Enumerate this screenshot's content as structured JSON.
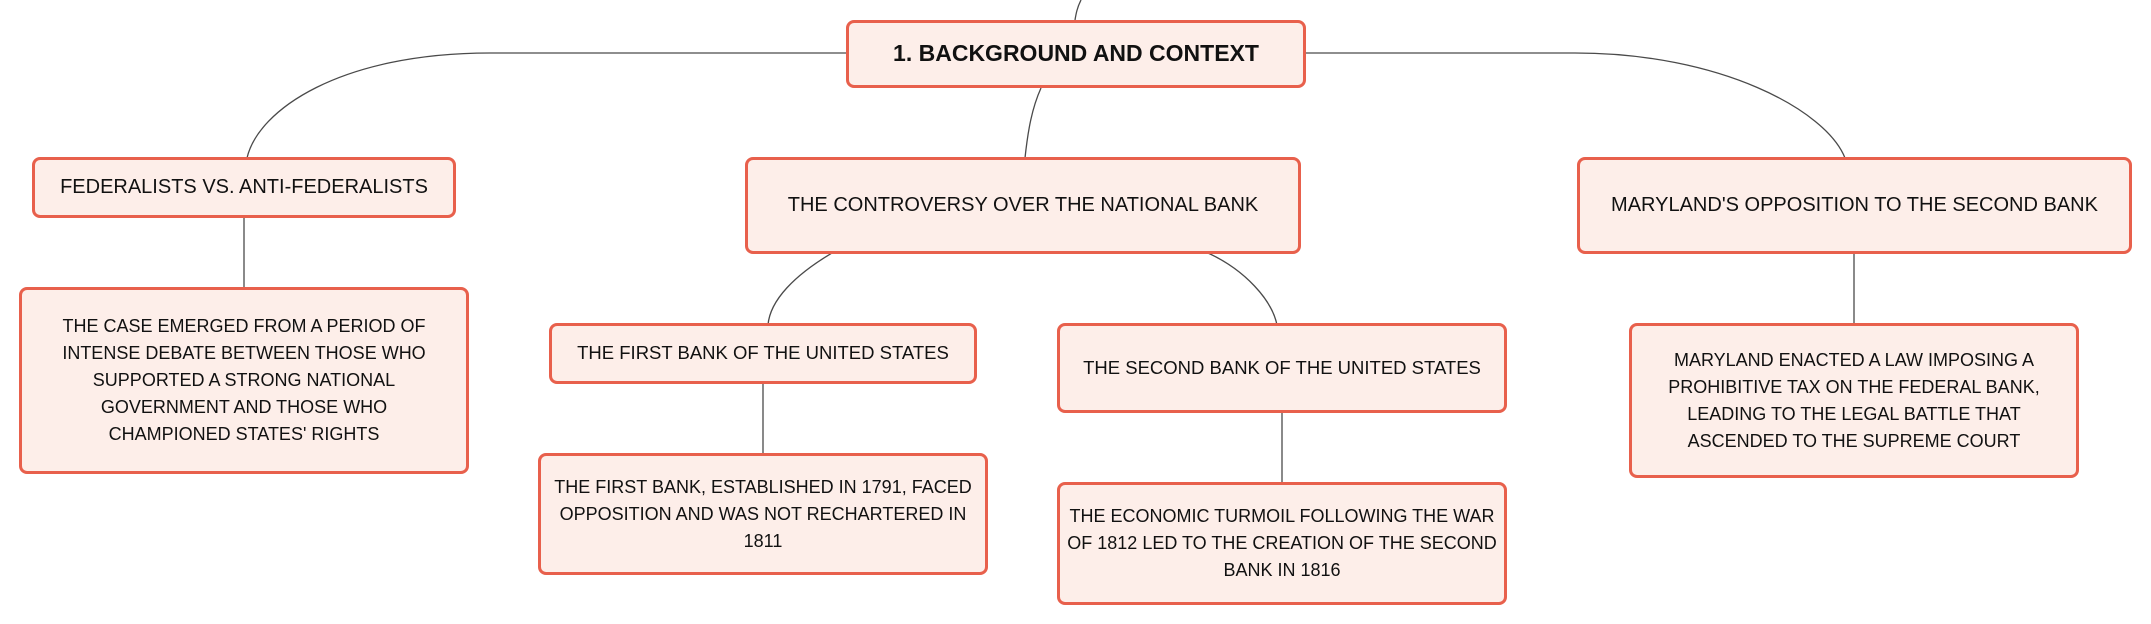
{
  "mindmap": {
    "root": {
      "label": "1. BACKGROUND AND CONTEXT"
    },
    "federalists": {
      "label": "FEDERALISTS VS. ANTI-FEDERALISTS",
      "detail": "THE CASE EMERGED FROM A PERIOD OF INTENSE DEBATE BETWEEN THOSE WHO SUPPORTED A STRONG NATIONAL GOVERNMENT AND THOSE WHO CHAMPIONED STATES' RIGHTS"
    },
    "national_bank": {
      "label": "THE CONTROVERSY OVER THE NATIONAL BANK",
      "first_bank": {
        "label": "THE FIRST BANK OF THE UNITED STATES",
        "detail": "THE FIRST BANK, ESTABLISHED IN 1791, FACED OPPOSITION AND WAS NOT RECHARTERED IN 1811"
      },
      "second_bank": {
        "label": "THE SECOND BANK OF THE UNITED STATES",
        "detail": "THE ECONOMIC TURMOIL FOLLOWING THE WAR OF 1812 LED TO THE CREATION OF THE SECOND BANK IN 1816"
      }
    },
    "maryland": {
      "label": "MARYLAND'S OPPOSITION TO THE SECOND BANK",
      "detail": "MARYLAND ENACTED A LAW IMPOSING A PROHIBITIVE TAX ON THE FEDERAL BANK, LEADING TO THE LEGAL BATTLE THAT ASCENDED TO THE SUPREME COURT"
    }
  },
  "colors": {
    "node_border": "#e8604c",
    "node_fill": "#fdeee9",
    "connector": "#4a4a4a",
    "text": "#111111"
  }
}
